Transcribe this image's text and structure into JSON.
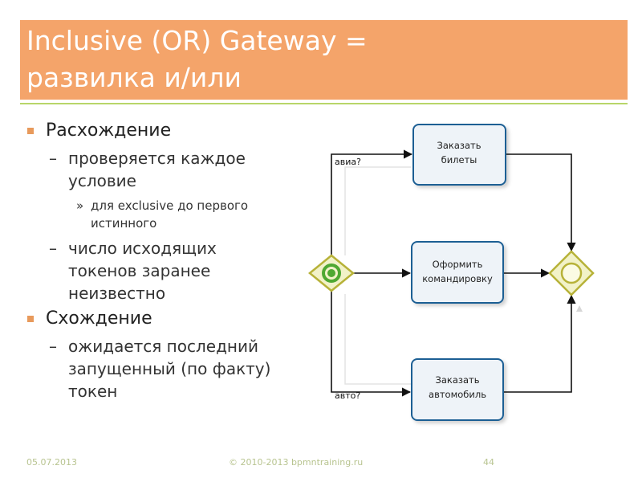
{
  "slide": {
    "title_line1": "Inclusive (OR) Gateway =",
    "title_line2": "развилка и/или",
    "bullets": {
      "b1": "Расхождение",
      "b1_s1_l1": "проверяется каждое",
      "b1_s1_l2": "условие",
      "b1_s1_s1_l1": "для exclusive  до первого",
      "b1_s1_s1_l2": "истинного",
      "b1_s2_l1": "число исходящих",
      "b1_s2_l2": "токенов заранее",
      "b1_s2_l3": "неизвестно",
      "b2": "Схождение",
      "b2_s1_l1": "ожидается последний",
      "b2_s1_l2": "запущенный (по факту)",
      "b2_s1_l3": "токен",
      "dash": "–",
      "arrow": "»"
    },
    "footer": {
      "date": "05.07.2013",
      "copyright": "© 2010-2013 bpmntraining.ru",
      "page": "44"
    }
  },
  "diagram": {
    "task_top_l1": "Заказать",
    "task_top_l2": "билеты",
    "task_mid_l1": "Оформить",
    "task_mid_l2": "командировку",
    "task_bot_l1": "Заказать",
    "task_bot_l2": "автомобиль",
    "cond_top": "авиа?",
    "cond_bot": "авто?",
    "colors": {
      "task_border": "#1f5f94",
      "task_fill": "#eef3f8",
      "gateway_border": "#b7b238",
      "gateway_fill": "#f2f2c8",
      "gateway_marker": "#4fa832"
    }
  }
}
